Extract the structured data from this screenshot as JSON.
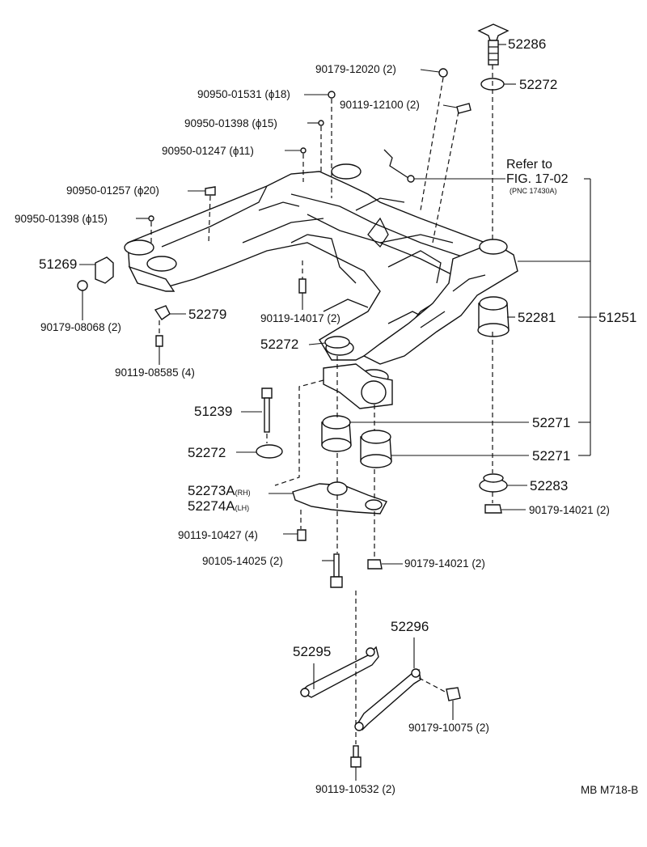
{
  "diagram_id": "MB M718-B",
  "refer": {
    "line1": "Refer to",
    "line2": "FIG. 17-02",
    "line3": "(PNC 17430A)"
  },
  "labels": [
    {
      "id": "l-52286",
      "text": "52286",
      "size": "big"
    },
    {
      "id": "l-52272-top",
      "text": "52272",
      "size": "big"
    },
    {
      "id": "l-90179-12020",
      "text": "90179-12020 (2)",
      "size": "small"
    },
    {
      "id": "l-90950-01531",
      "text": "90950-01531 (ϕ18)",
      "size": "small"
    },
    {
      "id": "l-90119-12100",
      "text": "90119-12100 (2)",
      "size": "small"
    },
    {
      "id": "l-90950-01398-a",
      "text": "90950-01398 (ϕ15)",
      "size": "small"
    },
    {
      "id": "l-90950-01247",
      "text": "90950-01247 (ϕ11)",
      "size": "small"
    },
    {
      "id": "l-90950-01257",
      "text": "90950-01257 (ϕ20)",
      "size": "small"
    },
    {
      "id": "l-90950-01398-b",
      "text": "90950-01398 (ϕ15)",
      "size": "small"
    },
    {
      "id": "l-51269",
      "text": "51269",
      "size": "big"
    },
    {
      "id": "l-90179-08068",
      "text": "90179-08068 (2)",
      "size": "small"
    },
    {
      "id": "l-52279",
      "text": "52279",
      "size": "big"
    },
    {
      "id": "l-90119-14017",
      "text": "90119-14017 (2)",
      "size": "small"
    },
    {
      "id": "l-52281",
      "text": "52281",
      "size": "big"
    },
    {
      "id": "l-51251",
      "text": "51251",
      "size": "big"
    },
    {
      "id": "l-90119-08585",
      "text": "90119-08585 (4)",
      "size": "small"
    },
    {
      "id": "l-52272-mid",
      "text": "52272",
      "size": "big"
    },
    {
      "id": "l-51239",
      "text": "51239",
      "size": "big"
    },
    {
      "id": "l-52271-a",
      "text": "52271",
      "size": "big"
    },
    {
      "id": "l-52272-low",
      "text": "52272",
      "size": "big"
    },
    {
      "id": "l-52271-b",
      "text": "52271",
      "size": "big"
    },
    {
      "id": "l-52283",
      "text": "52283",
      "size": "big"
    },
    {
      "id": "l-52273A",
      "text": "52273A",
      "size": "big",
      "suffix": "(RH)"
    },
    {
      "id": "l-52274A",
      "text": "52274A",
      "size": "big",
      "suffix": "(LH)"
    },
    {
      "id": "l-90179-14021-r",
      "text": "90179-14021 (2)",
      "size": "small"
    },
    {
      "id": "l-90119-10427",
      "text": "90119-10427 (4)",
      "size": "small"
    },
    {
      "id": "l-90105-14025",
      "text": "90105-14025 (2)",
      "size": "small"
    },
    {
      "id": "l-90179-14021-c",
      "text": "90179-14021 (2)",
      "size": "small"
    },
    {
      "id": "l-52296",
      "text": "52296",
      "size": "big"
    },
    {
      "id": "l-52295",
      "text": "52295",
      "size": "big"
    },
    {
      "id": "l-90179-10075",
      "text": "90179-10075 (2)",
      "size": "small"
    },
    {
      "id": "l-90119-10532",
      "text": "90119-10532 (2)",
      "size": "small"
    }
  ]
}
